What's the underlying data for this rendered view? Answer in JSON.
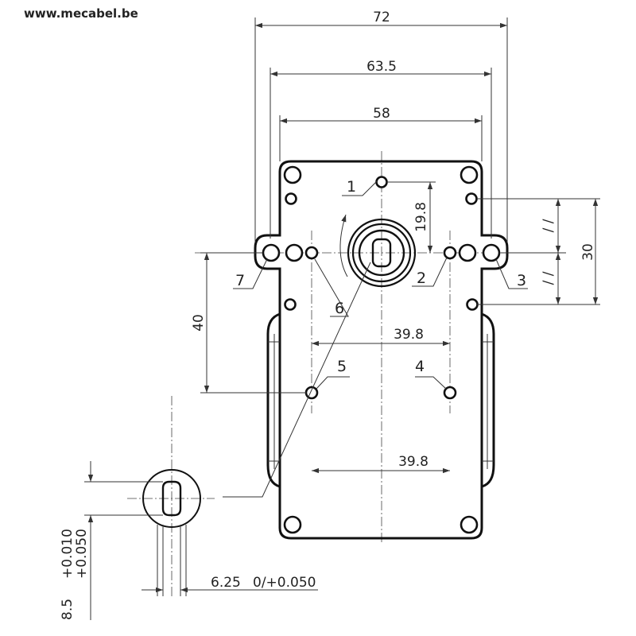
{
  "header": {
    "website": "www.mecabel.be"
  },
  "dimensions": {
    "overall_width": "72",
    "mounting_width": "63.5",
    "body_width": "58",
    "shaft_to_top_hole": "19.8",
    "side_holes_spacing": "30",
    "lower_holes_offset": "40",
    "inner_holes_spacing": "39.8",
    "bottom_holes_spacing": "39.8",
    "shaft_flat": "6.25",
    "shaft_flat_tolerance": "0/+0.050",
    "shaft_diameter": "8.5",
    "shaft_tolerance_upper": "+0.010",
    "shaft_tolerance_lower": "+0.050",
    "parallel_mark_upper": "/ /",
    "parallel_mark_lower": "/ /"
  },
  "callouts": [
    "1",
    "2",
    "3",
    "4",
    "5",
    "6",
    "7"
  ]
}
